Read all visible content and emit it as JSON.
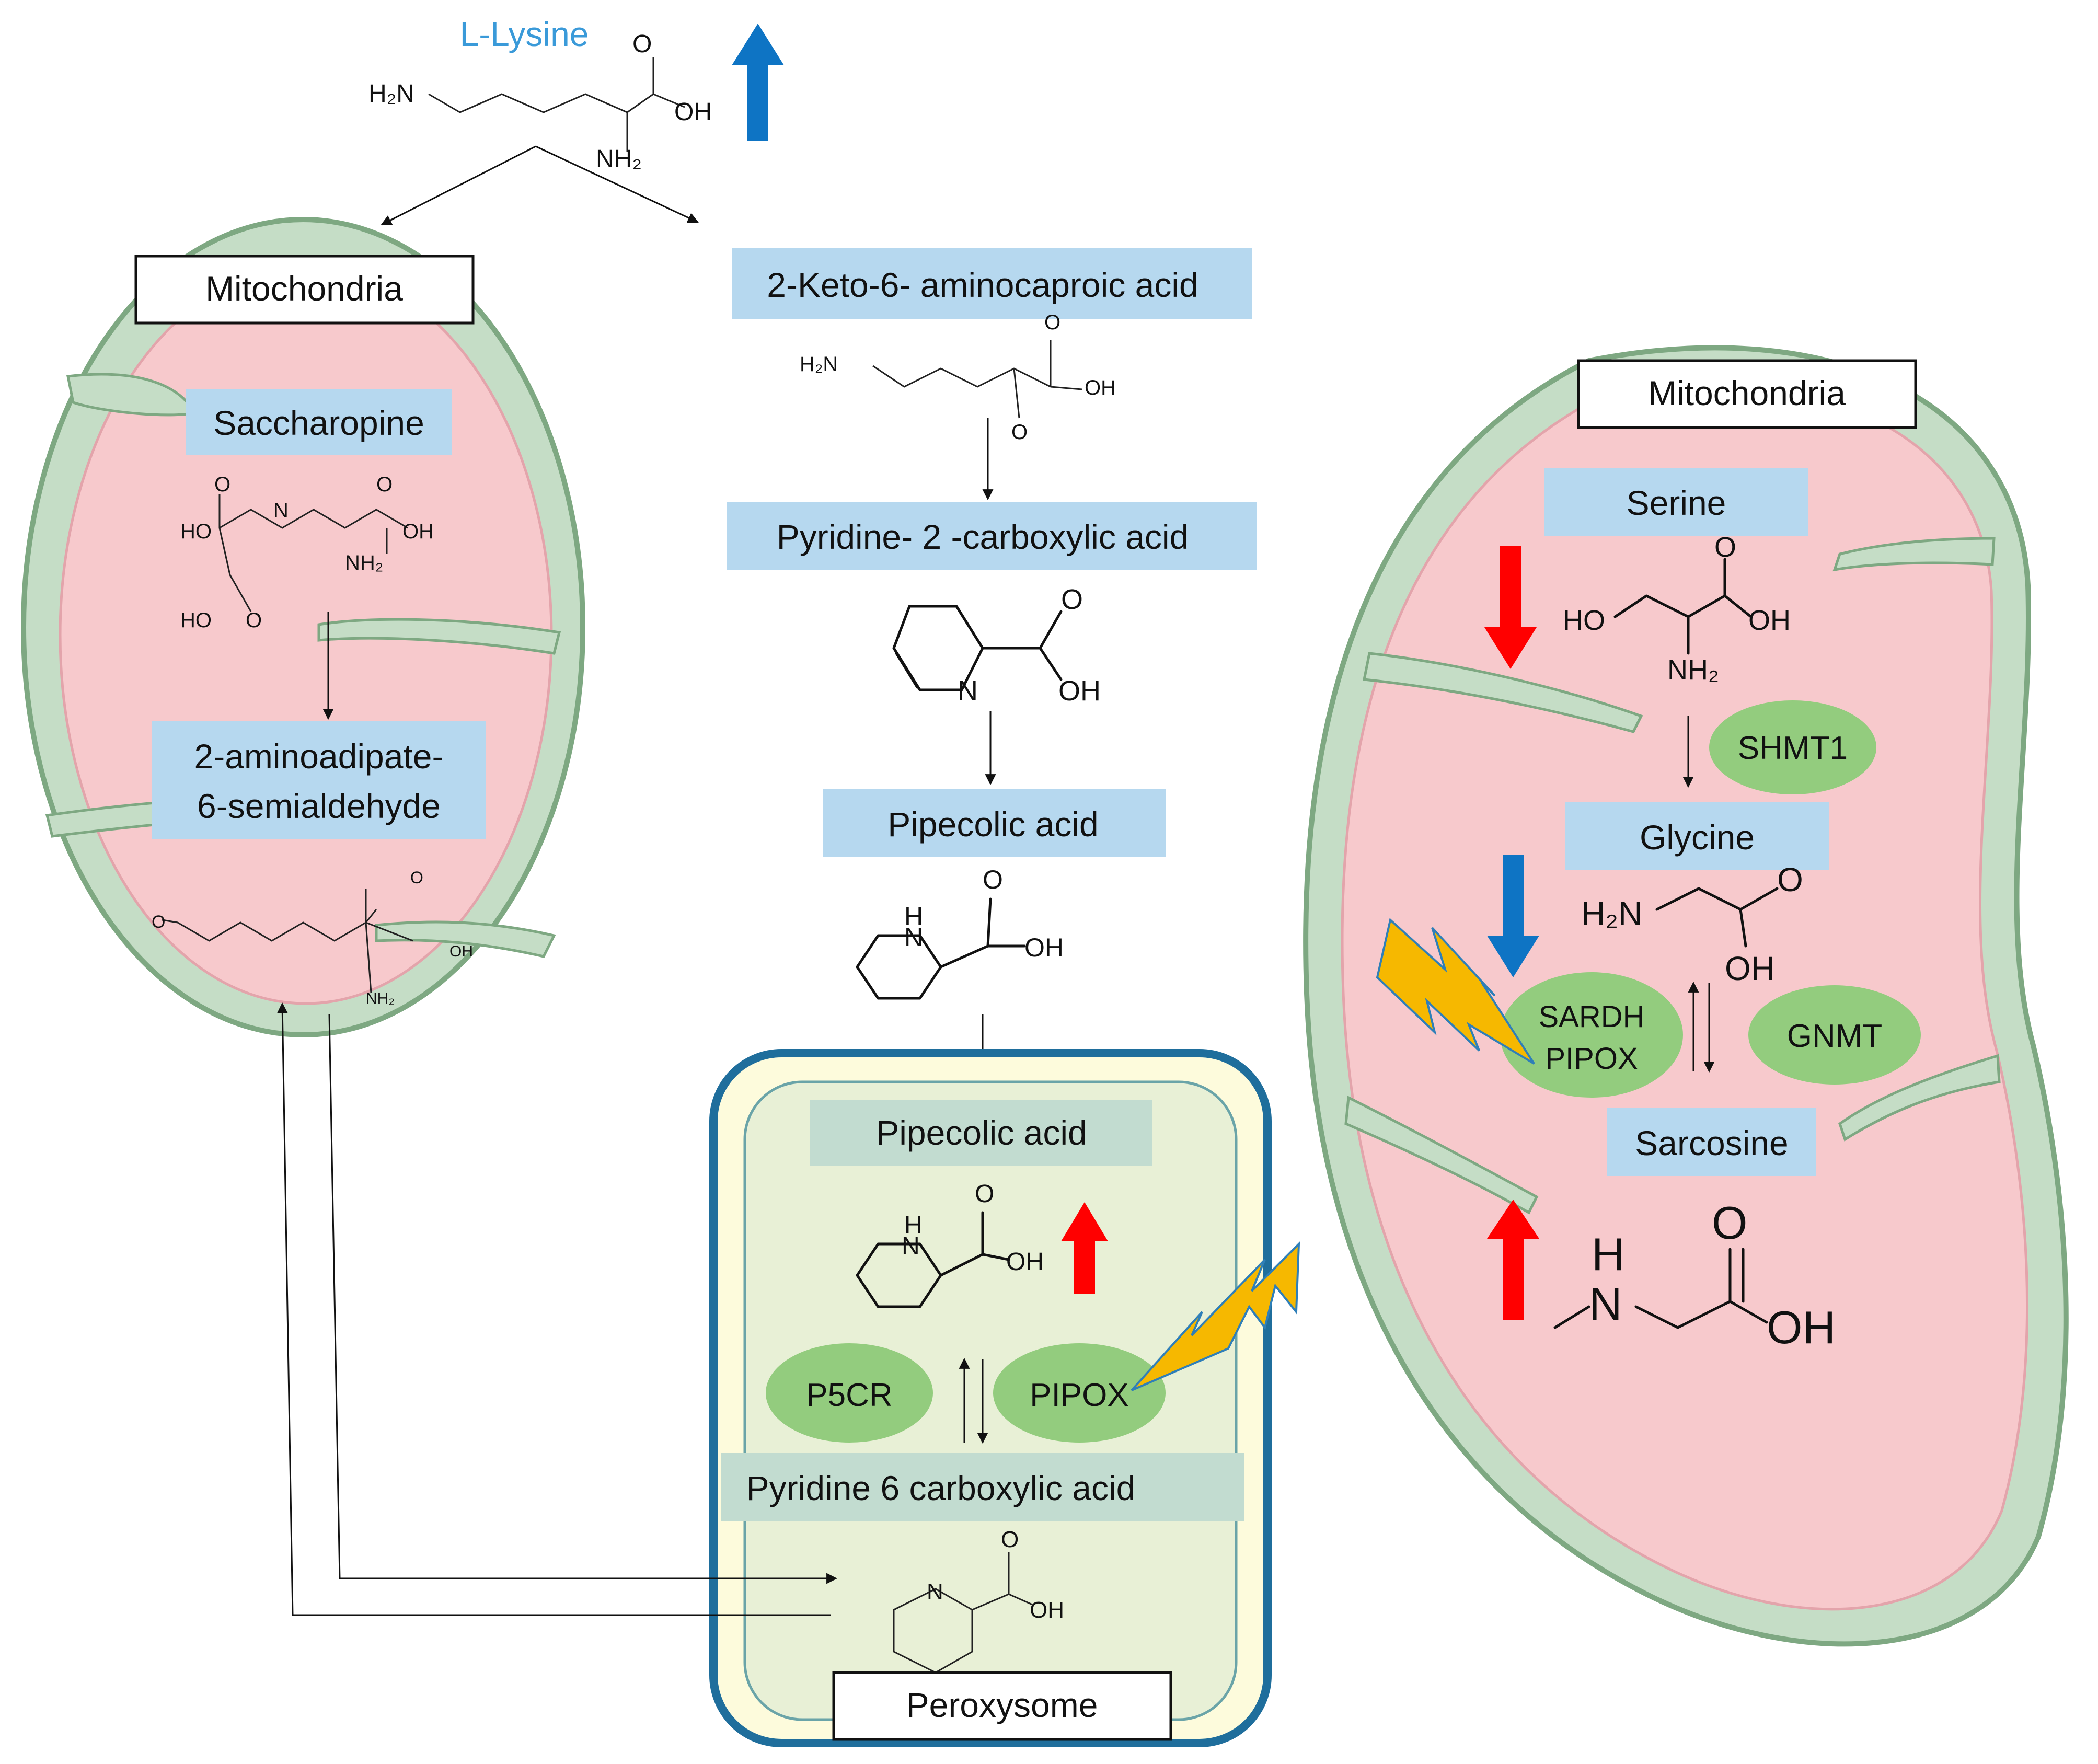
{
  "colors": {
    "membrane_outer": "#c5ddc6",
    "membrane_stroke": "#7ea882",
    "matrix": "#f7c9cc",
    "matrix_light": "#fbdcde",
    "label_blue": "#b6d8ef",
    "label_teal": "#c2dcd0",
    "enzyme_green": "#93cc7e",
    "peroxisome_border": "#1f6e9c",
    "peroxisome_fill": "#fdfbdc",
    "peroxisome_inner": "#e8f0d6",
    "arrow_up_blue": "#0e74c4",
    "arrow_red": "#ff0000",
    "lightning": "#f6b800",
    "lysine_text": "#3a9ad9"
  },
  "top": {
    "lysine_label": "L-Lysine"
  },
  "left_mito": {
    "title": "Mitochondria",
    "saccharopine": "Saccharopine",
    "aminoadipate_line1": "2-aminoadipate-",
    "aminoadipate_line2": "6-semialdehyde"
  },
  "center": {
    "keto": "2-Keto-6- aminocaproic acid",
    "pyridine2": "Pyridine- 2 -carboxylic acid",
    "pipecolic_outer": "Pipecolic acid"
  },
  "peroxisome": {
    "pipecolic": "Pipecolic acid",
    "enzyme_p5cr": "P5CR",
    "enzyme_pipox": "PIPOX",
    "pyridine6": "Pyridine 6 carboxylic acid",
    "title": "Peroxysome"
  },
  "right_mito": {
    "title": "Mitochondria",
    "serine": "Serine",
    "enzyme_shmt1": "SHMT1",
    "glycine": "Glycine",
    "enzyme_sardh_line1": "SARDH",
    "enzyme_sardh_line2": "PIPOX",
    "enzyme_gnmt": "GNMT",
    "sarcosine": "Sarcosine"
  },
  "chem": {
    "h2n": "H₂N",
    "nh2": "NH₂",
    "oh": "OH",
    "ho": "HO",
    "o": "O",
    "n": "N",
    "h": "H"
  }
}
